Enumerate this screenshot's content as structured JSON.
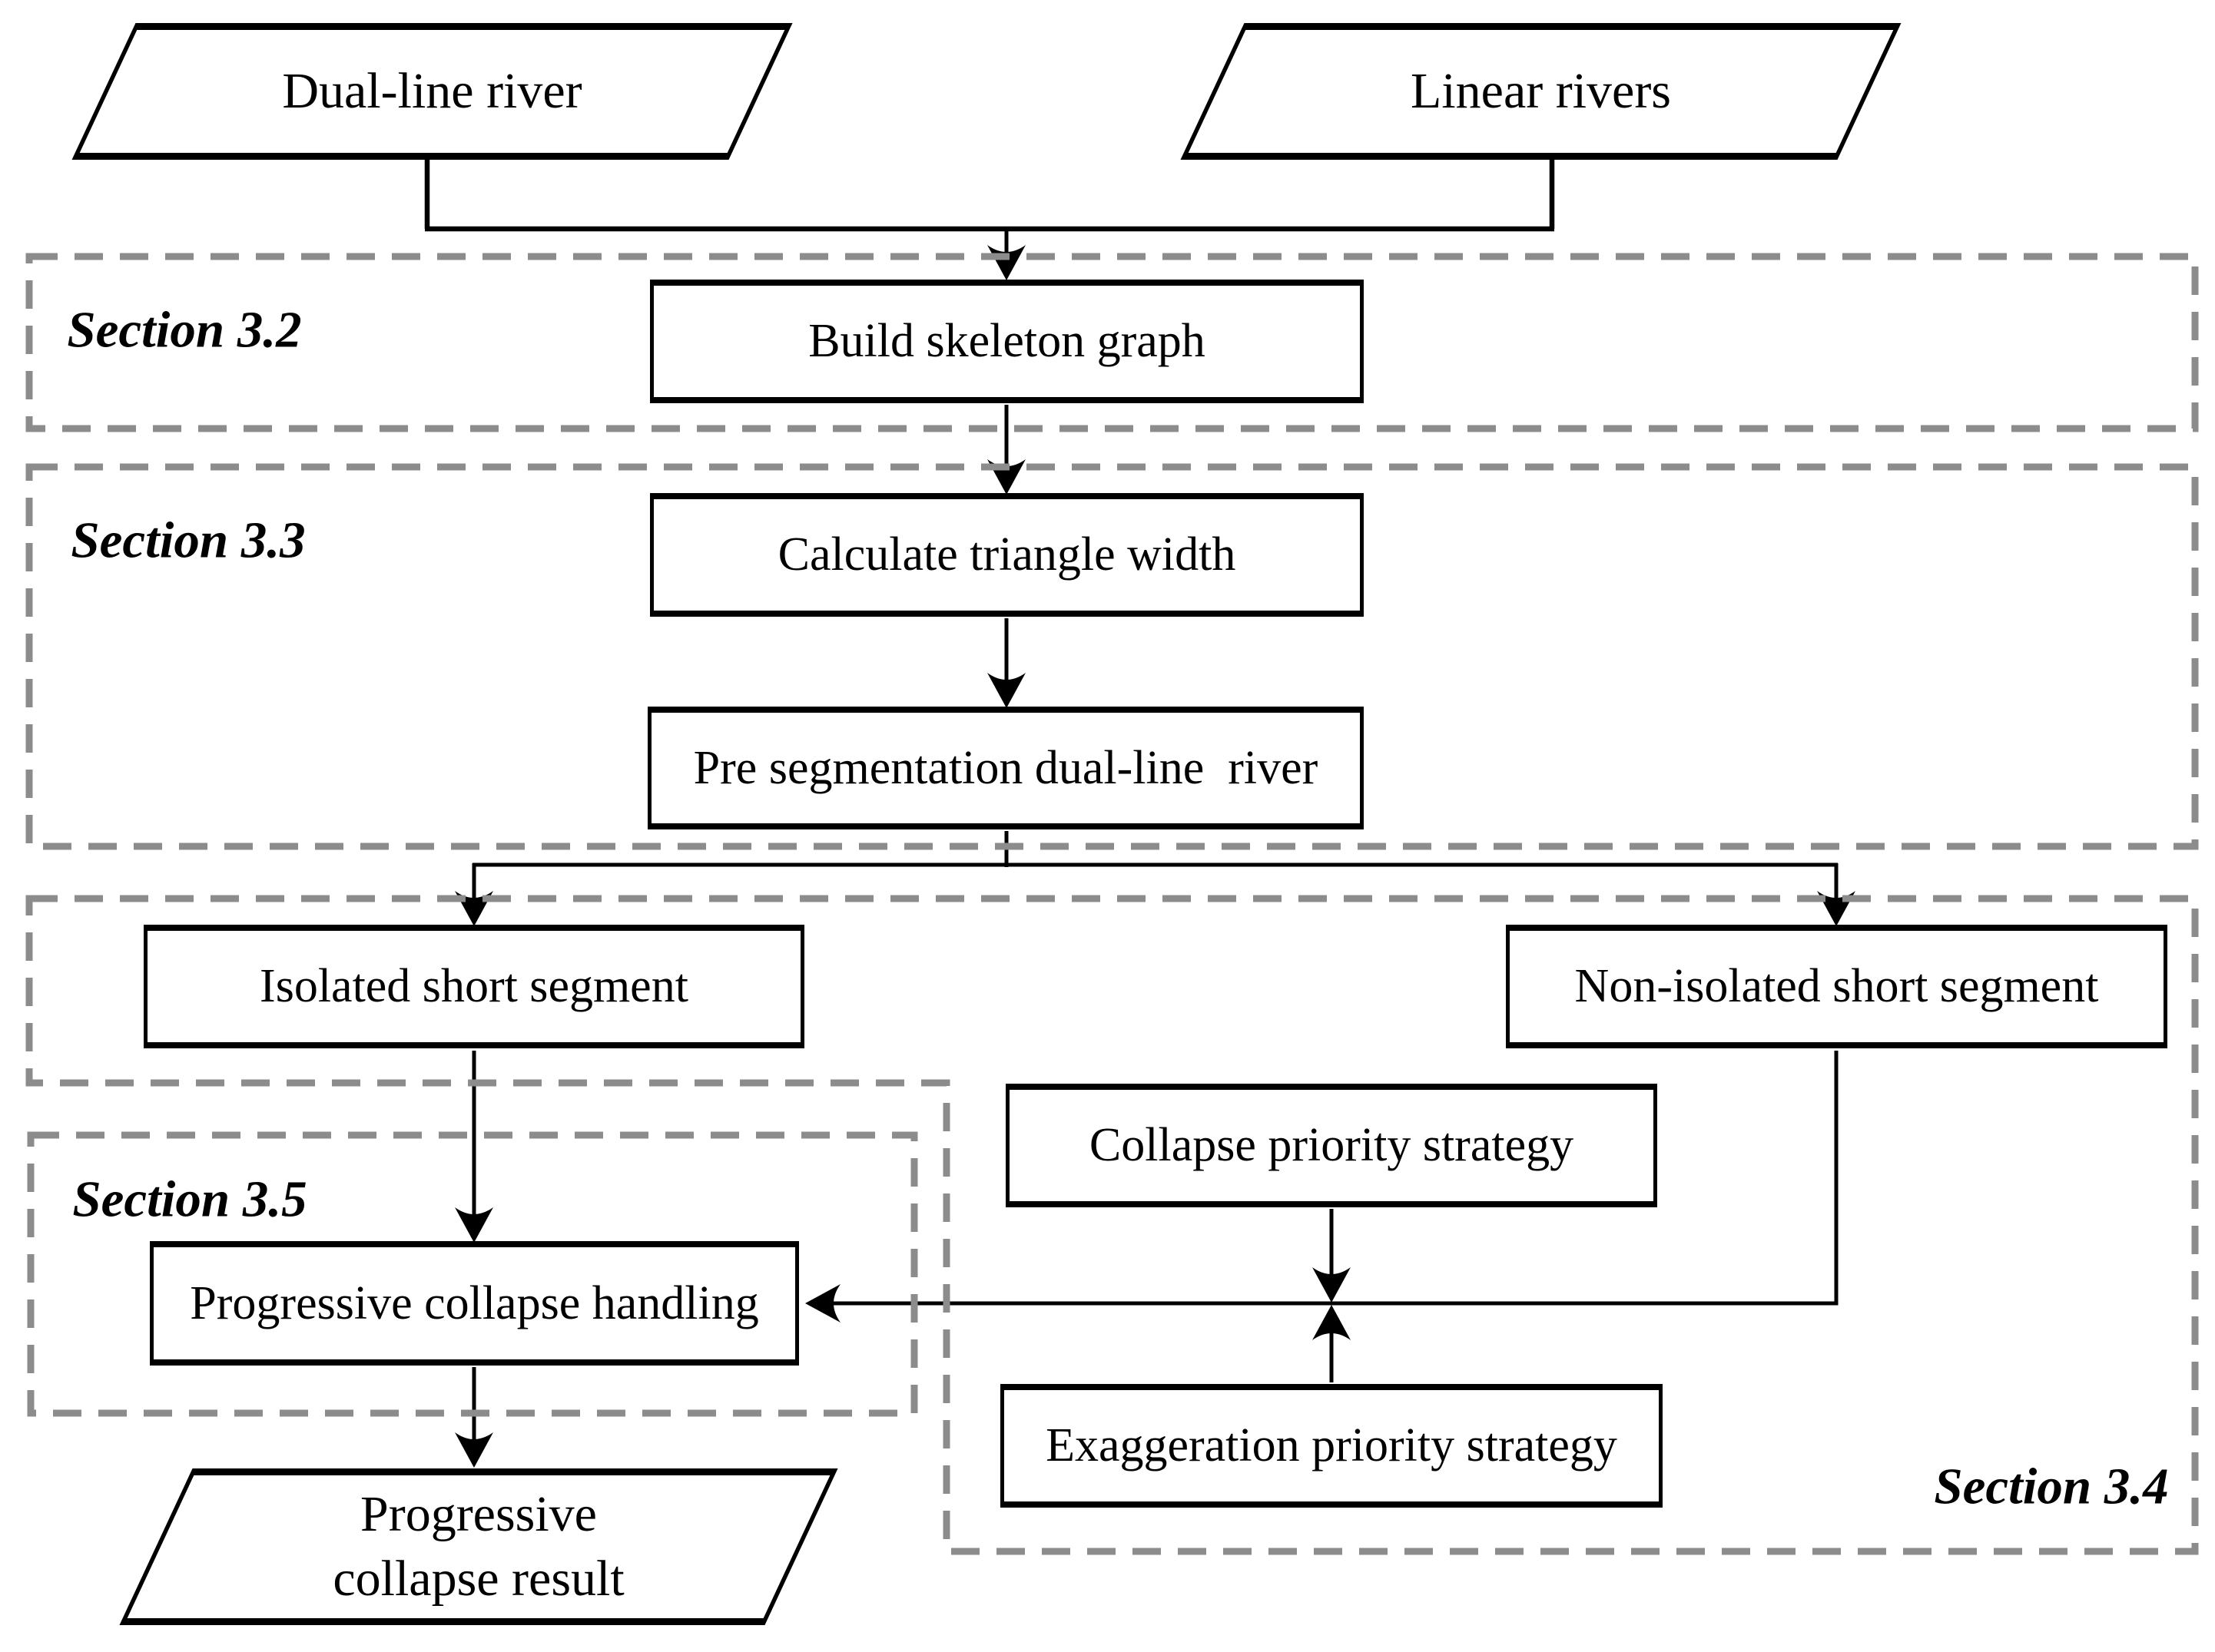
{
  "colors": {
    "line": "#000000",
    "dash_border": "#8c8c8c",
    "text": "#000000",
    "background": "#ffffff"
  },
  "nodes": {
    "dual_line_river": {
      "label": "Dual-line river",
      "shape": "parallelogram",
      "role": "input"
    },
    "linear_rivers": {
      "label": "Linear rivers",
      "shape": "parallelogram",
      "role": "input"
    },
    "build_skeleton_graph": {
      "label": "Build skeleton graph",
      "shape": "process"
    },
    "calculate_triangle_width": {
      "label": "Calculate triangle width",
      "shape": "process"
    },
    "pre_segmentation_dual_line_river": {
      "label": "Pre segmentation dual-line  river",
      "shape": "process"
    },
    "isolated_short_segment": {
      "label": "Isolated short segment",
      "shape": "process"
    },
    "non_isolated_short_segment": {
      "label": "Non-isolated short segment",
      "shape": "process"
    },
    "collapse_priority_strategy": {
      "label": "Collapse priority strategy",
      "shape": "process"
    },
    "exaggeration_priority_strategy": {
      "label": "Exaggeration priority strategy",
      "shape": "process"
    },
    "progressive_collapse_handling": {
      "label": "Progressive collapse handling",
      "shape": "process"
    },
    "progressive_collapse_result": {
      "label_line1": "Progressive",
      "label_line2": "collapse result",
      "shape": "parallelogram",
      "role": "output"
    }
  },
  "sections": {
    "section_3_2": {
      "label": "Section 3.2",
      "contains": [
        "build_skeleton_graph"
      ]
    },
    "section_3_3": {
      "label": "Section 3.3",
      "contains": [
        "calculate_triangle_width",
        "pre_segmentation_dual_line_river"
      ]
    },
    "section_3_4": {
      "label": "Section 3.4",
      "contains": [
        "collapse_priority_strategy",
        "exaggeration_priority_strategy"
      ]
    },
    "section_3_5": {
      "label": "Section 3.5",
      "contains": [
        "progressive_collapse_handling"
      ]
    }
  },
  "edges": [
    {
      "from": "dual_line_river",
      "to": "build_skeleton_graph"
    },
    {
      "from": "linear_rivers",
      "to": "build_skeleton_graph"
    },
    {
      "from": "build_skeleton_graph",
      "to": "calculate_triangle_width"
    },
    {
      "from": "calculate_triangle_width",
      "to": "pre_segmentation_dual_line_river"
    },
    {
      "from": "pre_segmentation_dual_line_river",
      "to": "isolated_short_segment"
    },
    {
      "from": "pre_segmentation_dual_line_river",
      "to": "non_isolated_short_segment"
    },
    {
      "from": "isolated_short_segment",
      "to": "progressive_collapse_handling"
    },
    {
      "from": "non_isolated_short_segment",
      "to": "progressive_collapse_handling"
    },
    {
      "from": "collapse_priority_strategy",
      "to": "progressive_collapse_handling"
    },
    {
      "from": "exaggeration_priority_strategy",
      "to": "progressive_collapse_handling"
    },
    {
      "from": "progressive_collapse_handling",
      "to": "progressive_collapse_result"
    }
  ]
}
